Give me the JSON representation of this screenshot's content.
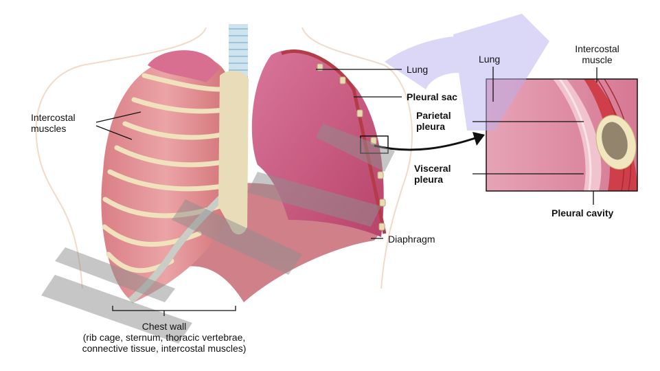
{
  "labels": {
    "intercostal_muscles": [
      "Intercostal",
      "muscles"
    ],
    "lung": "Lung",
    "pleural_sac": "Pleural sac",
    "parietal_pleura": [
      "Parietal",
      "pleura"
    ],
    "visceral_pleura": [
      "Visceral",
      "pleura"
    ],
    "diaphragm": "Diaphragm",
    "chest_wall": [
      "Chest wall",
      "(rib cage, sternum, thoracic vertebrae,",
      "connective tissue, intercostal muscles)"
    ],
    "inset_lung": "Lung",
    "inset_intercostal_muscle": [
      "Intercostal",
      "muscle"
    ],
    "pleural_cavity": "Pleural cavity"
  },
  "colors": {
    "lung": "#c8557a",
    "muscle": "#e08a8f",
    "bone": "#eedfb8",
    "cartilage": "#c9cdc6",
    "watermark_purple": "#b9b0f0",
    "watermark_gray": "#9a9a9a"
  }
}
